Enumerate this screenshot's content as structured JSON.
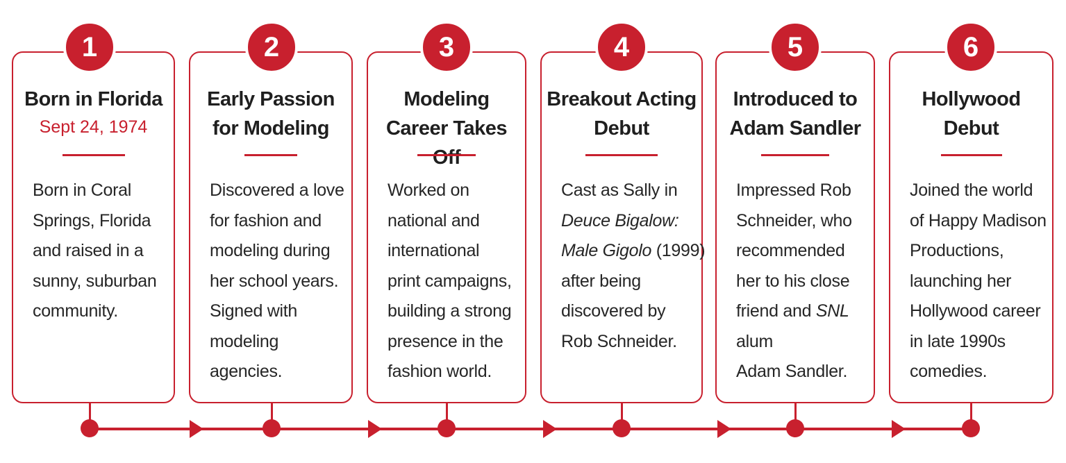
{
  "accent_color": "#c8202e",
  "steps": [
    {
      "number": "1",
      "title": "Born in Florida",
      "date": "Sept 24, 1974",
      "body": [
        [
          {
            "t": "Born in Coral"
          }
        ],
        [
          {
            "t": "Springs, Florida"
          }
        ],
        [
          {
            "t": "and raised in a"
          }
        ],
        [
          {
            "t": "sunny, suburban"
          }
        ],
        [
          {
            "t": "community."
          }
        ]
      ]
    },
    {
      "number": "2",
      "title": "Early Passion\nfor Modeling",
      "body": [
        [
          {
            "t": "Discovered a love"
          }
        ],
        [
          {
            "t": "for fashion and"
          }
        ],
        [
          {
            "t": "modeling during"
          }
        ],
        [
          {
            "t": "her school years."
          }
        ],
        [
          {
            "t": "Signed with"
          }
        ],
        [
          {
            "t": "modeling"
          }
        ],
        [
          {
            "t": "agencies."
          }
        ]
      ]
    },
    {
      "number": "3",
      "title": "Modeling\nCareer Takes Off",
      "body": [
        [
          {
            "t": "Worked on"
          }
        ],
        [
          {
            "t": "national and"
          }
        ],
        [
          {
            "t": "international"
          }
        ],
        [
          {
            "t": "print campaigns,"
          }
        ],
        [
          {
            "t": "building a strong"
          }
        ],
        [
          {
            "t": "presence in the"
          }
        ],
        [
          {
            "t": "fashion world."
          }
        ]
      ]
    },
    {
      "number": "4",
      "title": "Breakout Acting\nDebut",
      "body": [
        [
          {
            "t": "Cast as Sally in"
          }
        ],
        [
          {
            "t": "Deuce Bigalow:",
            "i": true
          }
        ],
        [
          {
            "t": "Male Gigolo",
            "i": true
          },
          {
            "t": " (1999)"
          }
        ],
        [
          {
            "t": "after being"
          }
        ],
        [
          {
            "t": "discovered by"
          }
        ],
        [
          {
            "t": "Rob Schneider."
          }
        ]
      ]
    },
    {
      "number": "5",
      "title": "Introduced to\nAdam Sandler",
      "body": [
        [
          {
            "t": "Impressed Rob"
          }
        ],
        [
          {
            "t": "Schneider, who"
          }
        ],
        [
          {
            "t": "recommended"
          }
        ],
        [
          {
            "t": "her to his close"
          }
        ],
        [
          {
            "t": "friend and "
          },
          {
            "t": "SNL",
            "i": true
          }
        ],
        [
          {
            "t": "alum"
          }
        ],
        [
          {
            "t": "Adam Sandler."
          }
        ]
      ]
    },
    {
      "number": "6",
      "title": "Hollywood\nDebut",
      "body": [
        [
          {
            "t": "Joined the world"
          }
        ],
        [
          {
            "t": "of Happy Madison"
          }
        ],
        [
          {
            "t": "Productions,"
          }
        ],
        [
          {
            "t": "launching her"
          }
        ],
        [
          {
            "t": "Hollywood career"
          }
        ],
        [
          {
            "t": "in late 1990s"
          }
        ],
        [
          {
            "t": "comedies."
          }
        ]
      ]
    }
  ]
}
